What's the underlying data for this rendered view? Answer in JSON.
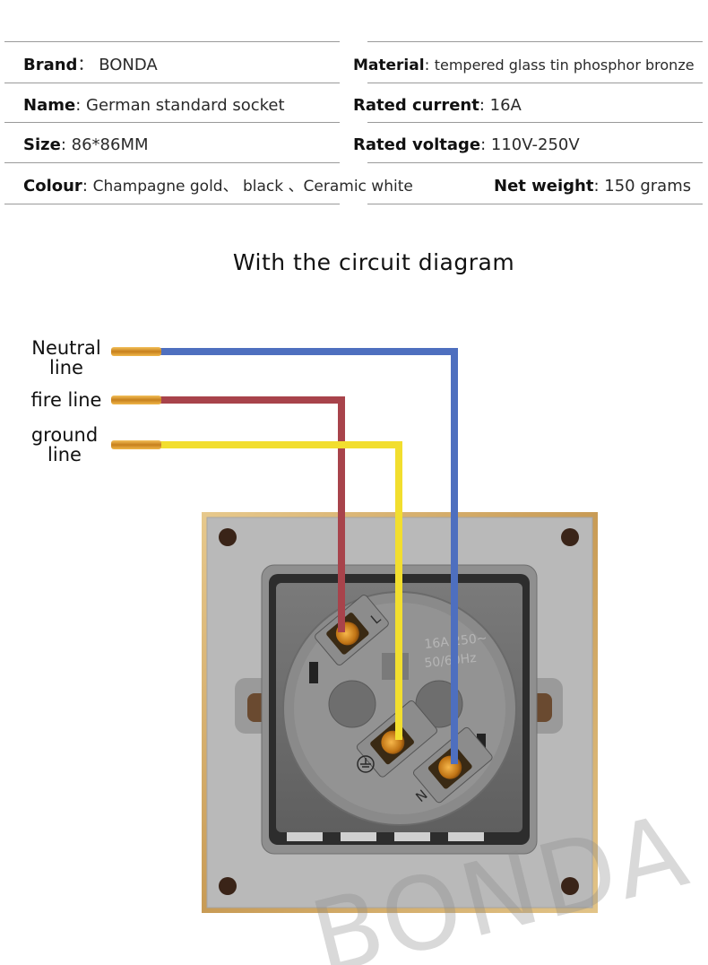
{
  "specs": {
    "left": [
      {
        "key": "Brand",
        "sep": "：",
        "value": "BONDA"
      },
      {
        "key": "Name",
        "sep": ":",
        "value": "German standard socket"
      },
      {
        "key": "Size",
        "sep": ":",
        "value": "86*86MM"
      },
      {
        "key": "Colour",
        "sep": ":",
        "value": "Champagne gold、 black 、Ceramic white"
      }
    ],
    "right": [
      {
        "key": "Material",
        "sep": ":",
        "value": "tempered glass tin phosphor bronze"
      },
      {
        "key": "Rated current",
        "sep": ":",
        "value": "16A"
      },
      {
        "key": "Rated voltage",
        "sep": ":",
        "value": "110V-250V"
      },
      {
        "key": "Net weight",
        "sep": ":",
        "value": "150 grams"
      }
    ]
  },
  "diagram": {
    "title": "With the circuit diagram",
    "wire_labels": {
      "neutral": [
        "Neutral",
        "line"
      ],
      "fire": [
        "fire line"
      ],
      "ground": [
        "ground",
        "line"
      ]
    },
    "wire_colors": {
      "neutral": "#4e6fbf",
      "fire": "#a8434b",
      "ground": "#f2de2e"
    },
    "terminal_labels": {
      "live": "L",
      "neutral": "N"
    },
    "socket_rating": [
      "16A 250~",
      "50/60Hz"
    ],
    "watermark": "BONDA"
  }
}
